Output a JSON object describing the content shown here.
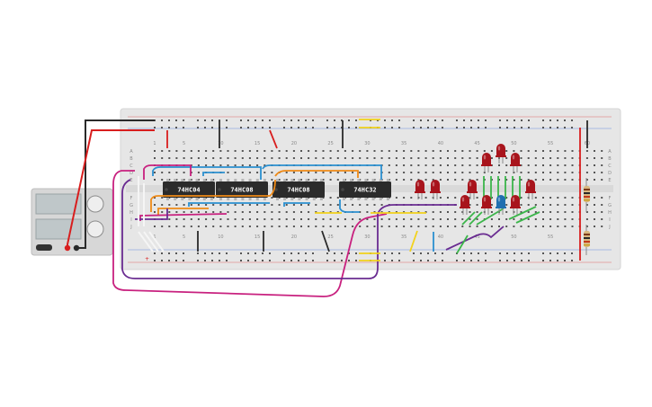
{
  "chips": [
    {
      "label": "74HC04"
    },
    {
      "label": "74HC08"
    },
    {
      "label": "74HC08"
    },
    {
      "label": "74HC32"
    }
  ],
  "column_numbers": [
    "1",
    "5",
    "10",
    "15",
    "20",
    "25",
    "30",
    "35",
    "40",
    "45",
    "50",
    "55",
    "60"
  ],
  "row_letters_top": [
    "A",
    "B",
    "C",
    "D",
    "E"
  ],
  "row_letters_bottom": [
    "F",
    "G",
    "H",
    "I",
    "J"
  ],
  "rail_signs": {
    "plus": "+",
    "minus": "-"
  },
  "colors": {
    "board": "#e6e6e6",
    "chip": "#2b2b2b",
    "wire_red": "#d81e1e",
    "wire_black": "#2a2a2a",
    "wire_blue": "#2a8fd0",
    "wire_orange": "#ef8a17",
    "wire_yellow": "#f2d21b",
    "wire_magenta": "#c8217f",
    "wire_purple": "#6a2c91",
    "wire_green": "#3bb54a",
    "wire_white": "#f5f5f5",
    "led_red": "#a8141c",
    "led_blue": "#1f6fb0"
  },
  "icons": {
    "power_supply": "power-supply-icon",
    "resistor": "resistor-icon",
    "led": "led-icon"
  }
}
